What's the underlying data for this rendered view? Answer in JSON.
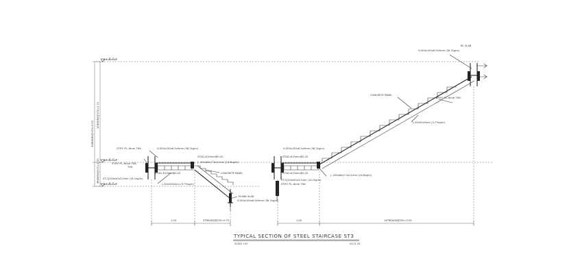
{
  "title": "TYPICAL SECTION OF STEEL STAIRCASE ST3",
  "scale": "SCALE 1:50",
  "sheet_ref": "A3.71.25",
  "level_labels": {
    "top": "ระดับพื้นชั้นที่",
    "mid": "ระดับพื้นชั้นที่",
    "bottom": "ระดับพื้นชั้นที่"
  },
  "vertical_dims": {
    "overall": "19RISERS@170=3.23",
    "upper": "10RISERS@170=1.70",
    "lower": "9RISERS@170=1.53"
  },
  "horizontal_dims": {
    "left_landing": "1.00",
    "left_flight": "3TREADS@250=0.75",
    "right_landing": "1.00",
    "right_flight": "14TREADS@250=3.50"
  },
  "labels_left": {
    "stiff_pl": "STIFF. PL.-6mm THK.",
    "h_beam_main": "H-300x150x6.5x9mm (36.7kg/m)",
    "stud": "STUD-#10mm@0.20",
    "c_channel": "[ -200x80x7.5x11mm (24.6kg/m)",
    "stud_top": "STUD-#10mm@0.20",
    "stiff_pl_b": "STIFF. PL.-6mm THK.",
    "st_tube": "ST-2[150x50x3.2mm (14.1kg/m)",
    "thk": "THK.",
    "angle": "L-50x50x5mm (3.77kg/m)",
    "concrete_panel": "CONCRETE PANEL",
    "plank_slab": "PLANK SLAB",
    "h_beam_bottom": "H-300x150x6.5x9mm (36.7kg/m)"
  },
  "labels_right": {
    "rc_slab": "RC SLAB",
    "h_beam_top": "H-300x150x6.5x9mm (36.7kg/m)",
    "concrete_panel": "CONCRETE PANEL",
    "stiff_pl": "STIFF. PL.-6mm THK.",
    "angle": "L-50x50x5mm (3.77kg/m)",
    "h_beam_main": "H-300x150x6.5x9mm (36.7kg/m)",
    "stud": "STUD-#10mm@0.20",
    "stud_b": "STUD-#10mm@0.20",
    "c_channel": "[ -200x80x7.5x11mm (24.6kg/m)",
    "st_tube": "ST-2[150x50x3.2mm (14.1kg/m)",
    "stiff_pl_b": "STIFF. PL.-6mm THK."
  }
}
